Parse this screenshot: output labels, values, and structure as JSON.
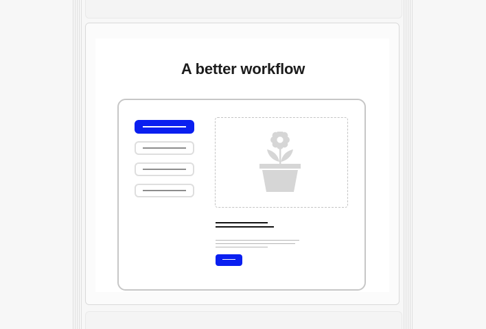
{
  "headline": "A better workflow",
  "colors": {
    "accent": "#0a1ff0",
    "placeholder_gray": "#d6d6d6",
    "border_gray": "#c6c6c6"
  },
  "nav": {
    "items": [
      {
        "state": "active"
      },
      {
        "state": "inactive"
      },
      {
        "state": "inactive"
      },
      {
        "state": "inactive"
      }
    ]
  },
  "media": {
    "icon": "flower-pot-icon"
  }
}
